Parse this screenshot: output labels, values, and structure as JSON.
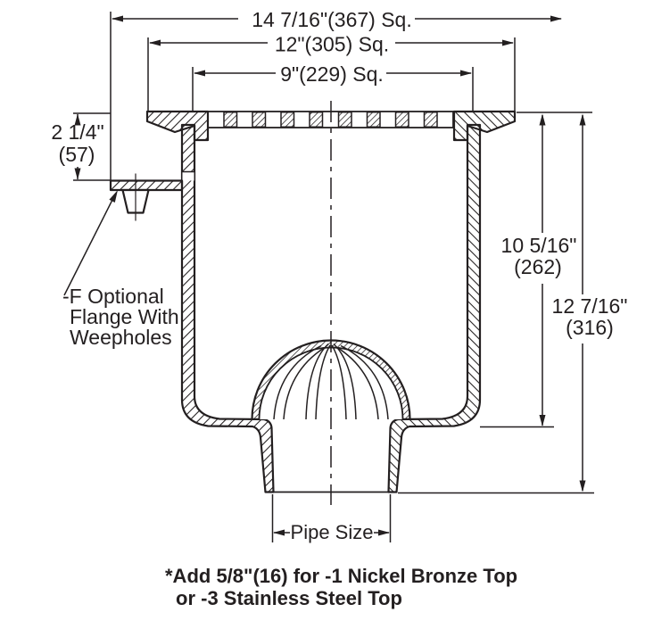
{
  "diagram": {
    "type": "floor-drain-cross-section",
    "colors": {
      "line": "#231f20",
      "background": "#ffffff"
    },
    "dimensions": {
      "outer_square": "14 7/16\"(367) Sq.",
      "mid_square": "12\"(305) Sq.",
      "inner_square": "9\"(229) Sq.",
      "flange_height": "2 1/4\"",
      "flange_height_mm": "(57)",
      "body_depth": "10 5/16\"",
      "body_depth_mm": "(262)",
      "overall_depth": "12 7/16\"",
      "overall_depth_mm": "(316)",
      "pipe_size": "Pipe Size"
    },
    "callout": {
      "flange_note_line1": "-F Optional",
      "flange_note_line2": "Flange With",
      "flange_note_line3": "Weepholes"
    },
    "footnote": {
      "line1": "*Add 5/8\"(16) for -1 Nickel Bronze Top",
      "line2": "or -3 Stainless Steel Top"
    }
  }
}
